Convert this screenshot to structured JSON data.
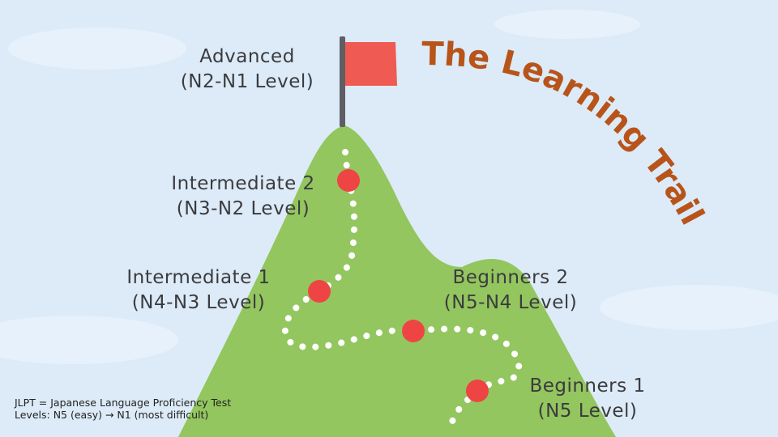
{
  "title": "The Learning Trail",
  "colors": {
    "sky": "#dcebf7",
    "mountain": "#93c65e",
    "flag": "#ef5a53",
    "pole": "#5e5e64",
    "milestone": "#ef4444",
    "trail_dots": "#ffffff",
    "title": "#b8541a",
    "text": "#3b3b3f"
  },
  "flag_icon": "flag-icon",
  "milestones": [
    {
      "name": "Advanced",
      "level": "(N2-N1 Level)"
    },
    {
      "name": "Intermediate 2",
      "level": "(N3-N2 Level)"
    },
    {
      "name": "Intermediate 1",
      "level": "(N4-N3 Level)"
    },
    {
      "name": "Beginners 2",
      "level": "(N5-N4 Level)"
    },
    {
      "name": "Beginners 1",
      "level": "(N5 Level)"
    }
  ],
  "footnote": {
    "line1": "JLPT = Japanese Language Proficiency Test",
    "line2": "Levels: N5 (easy) → N1 (most difficult)"
  }
}
